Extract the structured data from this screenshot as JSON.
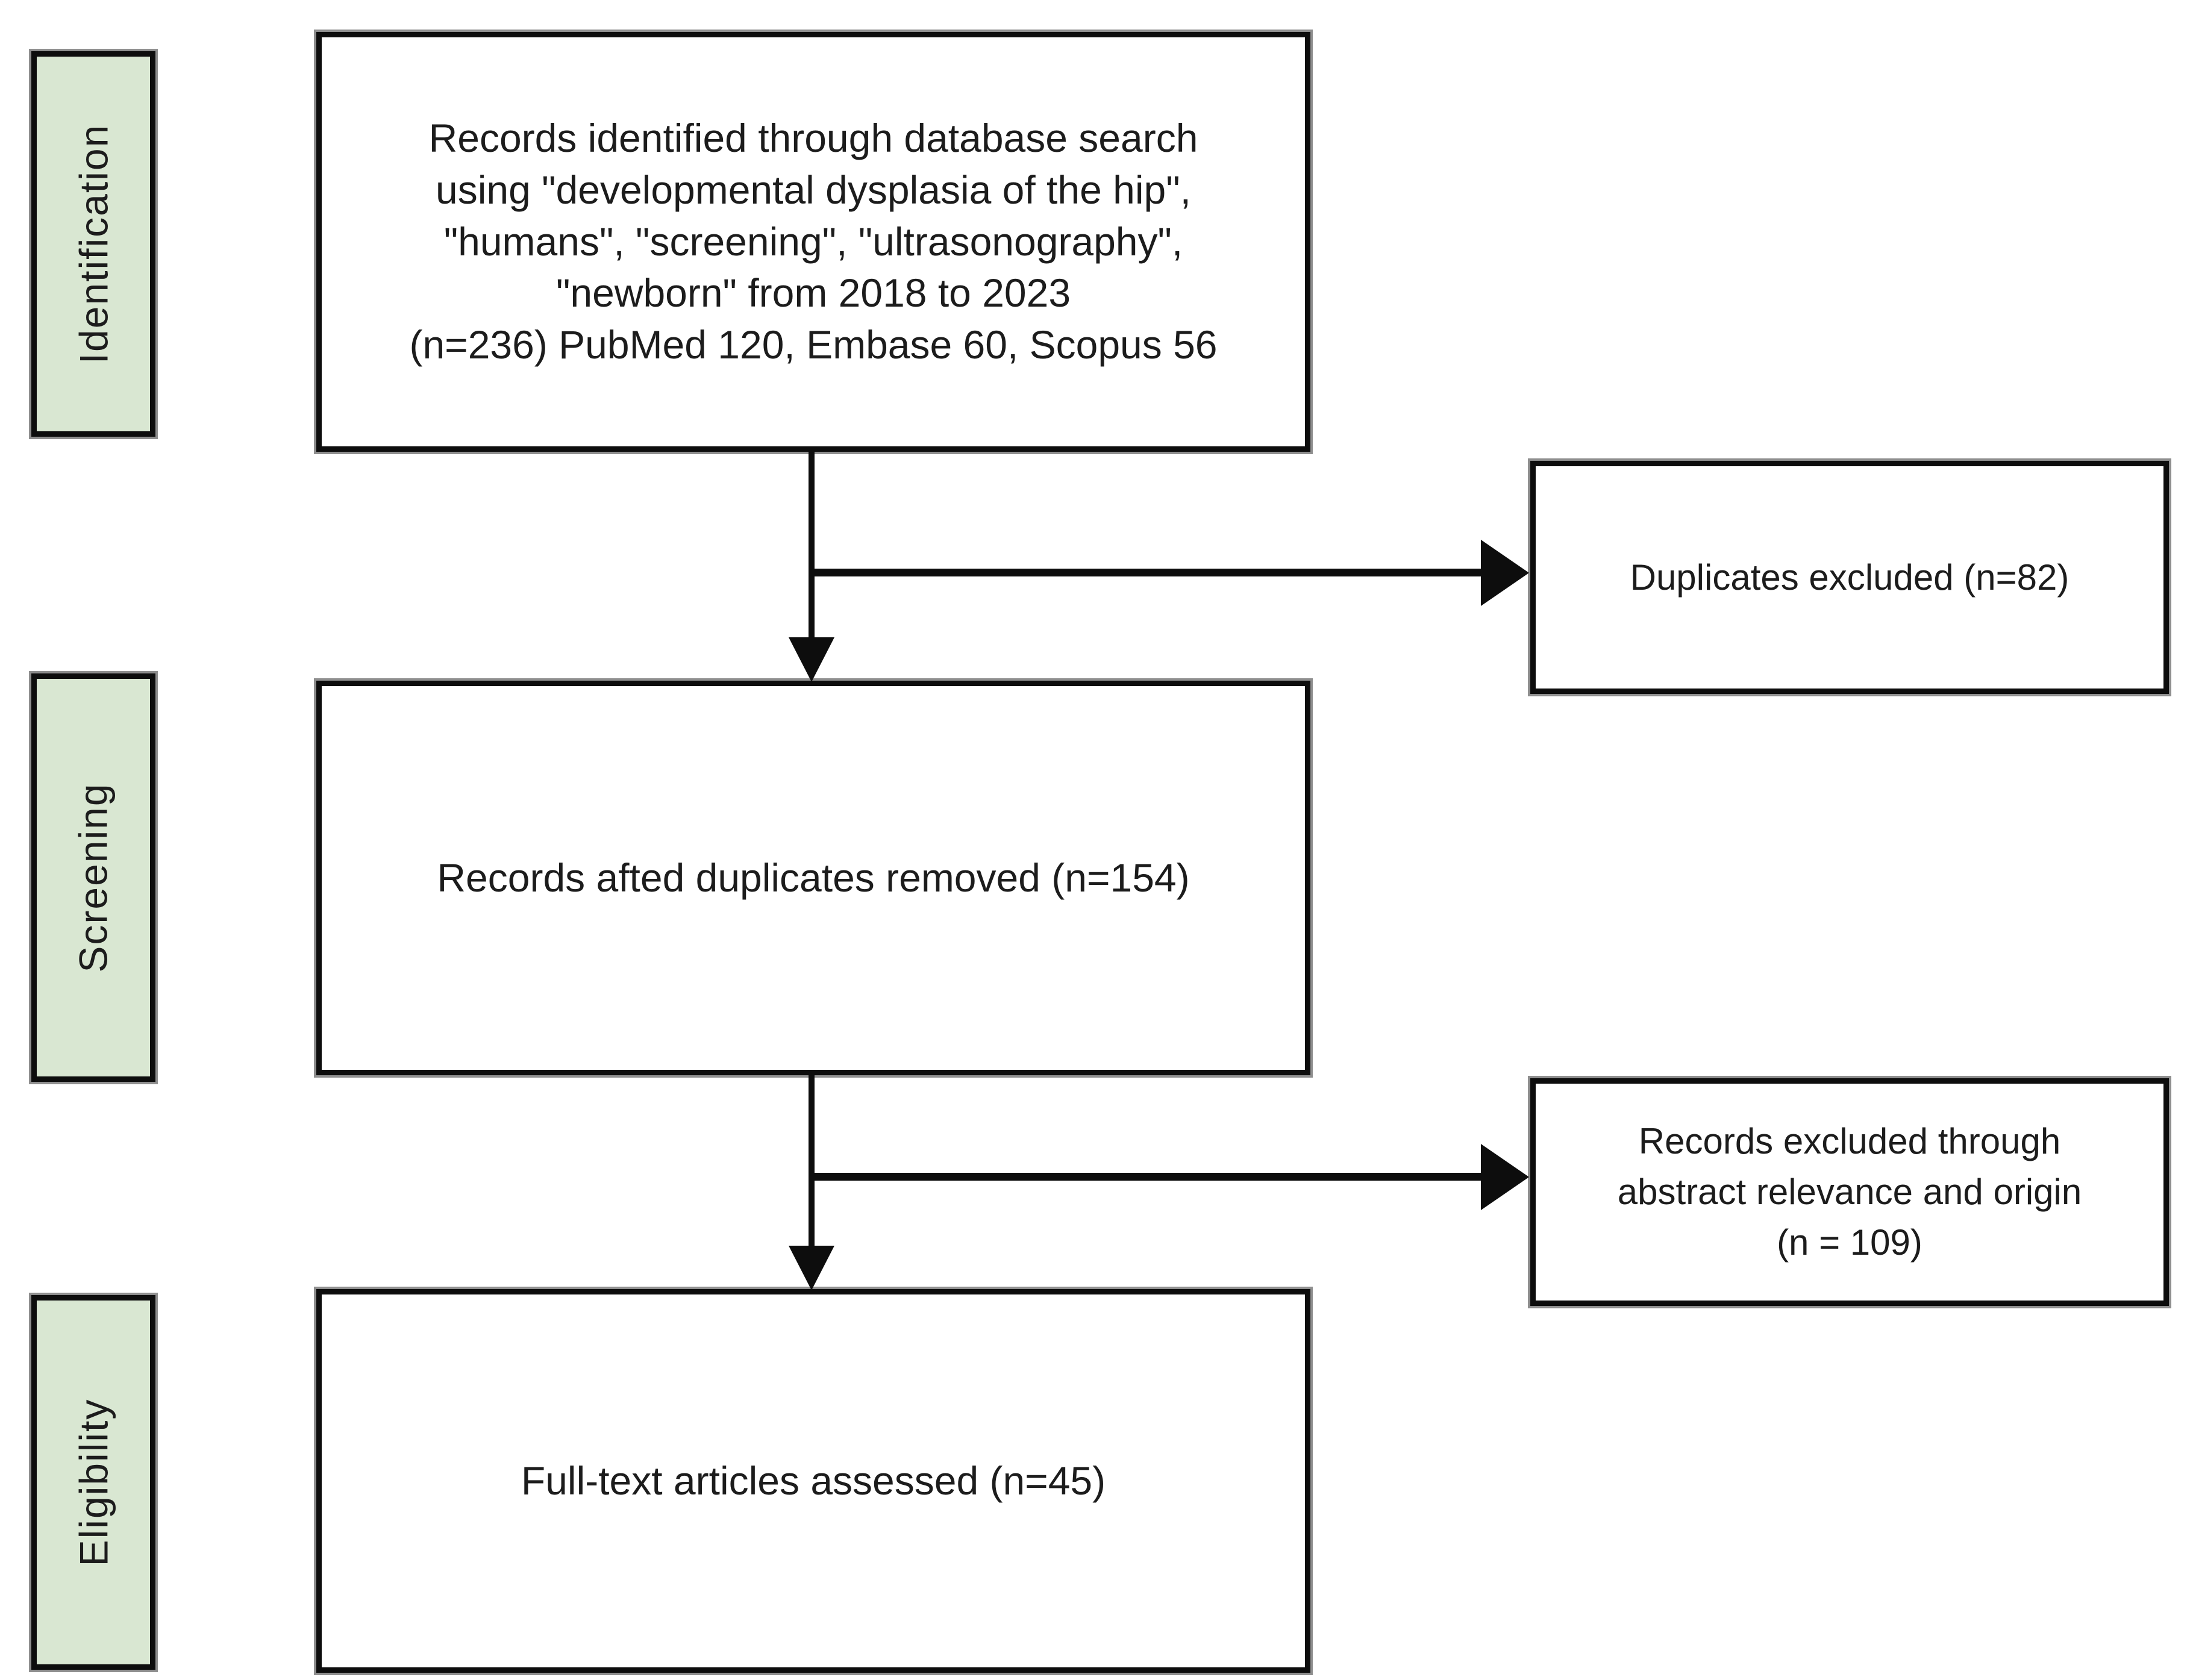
{
  "colors": {
    "background": "#ffffff",
    "stage_fill": "#d9e7d2",
    "box_fill": "#ffffff",
    "line": "#0d0d0d",
    "halo": "#8f8f8f",
    "text": "#1c1c1c"
  },
  "stages": [
    {
      "label": "Identification"
    },
    {
      "label": "Screening"
    },
    {
      "label": "Eligibility"
    }
  ],
  "flow": {
    "records_identified": {
      "text": "Records identified through database search\nusing \"developmental dysplasia of the hip\",\n\"humans\", \"screening\", \"ultrasonography\",\n\"newborn\" from 2018 to 2023\n(n=236) PubMed 120, Embase 60, Scopus 56",
      "n": 236,
      "sources": {
        "PubMed": 120,
        "Embase": 60,
        "Scopus": 56
      }
    },
    "records_after_duplicates": {
      "text": "Records afted duplicates removed (n=154)",
      "n": 154
    },
    "full_text_assessed": {
      "text": "Full-text articles assessed (n=45)",
      "n": 45
    }
  },
  "exclusions": {
    "duplicates_excluded": {
      "text": "Duplicates excluded (n=82)",
      "n": 82
    },
    "records_excluded": {
      "text": "Records excluded through\nabstract relevance and origin\n(n = 109)",
      "n": 109
    }
  }
}
